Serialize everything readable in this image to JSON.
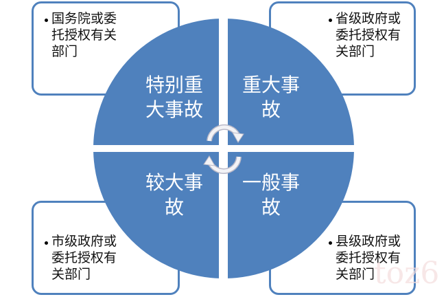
{
  "diagram": {
    "title": "",
    "colors": {
      "quadrant_fill": "#4f81bd",
      "box_border": "#4f81bd",
      "label_text": "#ffffff",
      "box_text": "#111111",
      "cycle_arrow": "#e6e6ee"
    },
    "quadrants": [
      {
        "id": "top-left",
        "label": "特别重大事故"
      },
      {
        "id": "top-right",
        "label": "重大事故"
      },
      {
        "id": "bottom-left",
        "label": "较大事故"
      },
      {
        "id": "bottom-right",
        "label": "一般事故"
      }
    ],
    "callouts": [
      {
        "id": "top-left",
        "text": "国务院或委托授权有关部门"
      },
      {
        "id": "top-right",
        "text": "省级政府或委托授权有关部门"
      },
      {
        "id": "bottom-left",
        "text": "市级政府或委托授权有关部门"
      },
      {
        "id": "bottom-right",
        "text": "县级政府或委托授权有关部门"
      }
    ],
    "center_icon": "cycle-arrows-icon",
    "watermark": "toz6"
  }
}
